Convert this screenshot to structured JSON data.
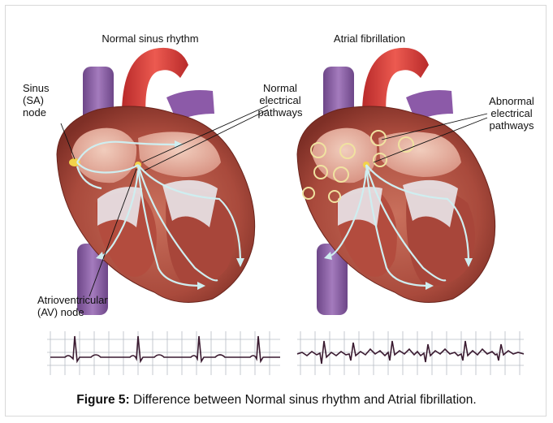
{
  "panels": {
    "left_title": "Normal sinus rhythm",
    "right_title": "Atrial fibrillation"
  },
  "labels": {
    "sa_node": "Sinus\n(SA)\nnode",
    "normal_pathways": "Normal\nelectrical\npathways",
    "abnormal_pathways": "Abnormal\nelectrical\npathways",
    "av_node": "Atrioventricular\n(AV) node"
  },
  "caption": {
    "prefix": "Figure 5:",
    "text": " Difference between Normal sinus rhythm and Atrial fibrillation."
  },
  "colors": {
    "vein": "#8f63a8",
    "aorta": "#d63a3a",
    "myocardium": "#b8584a",
    "chamber": "#e8b8a8",
    "valve": "#e8e4e8",
    "pathway": "#cfeef0",
    "ecg_line": "#3a1a30",
    "ecg_grid": "#b6bcc4"
  }
}
